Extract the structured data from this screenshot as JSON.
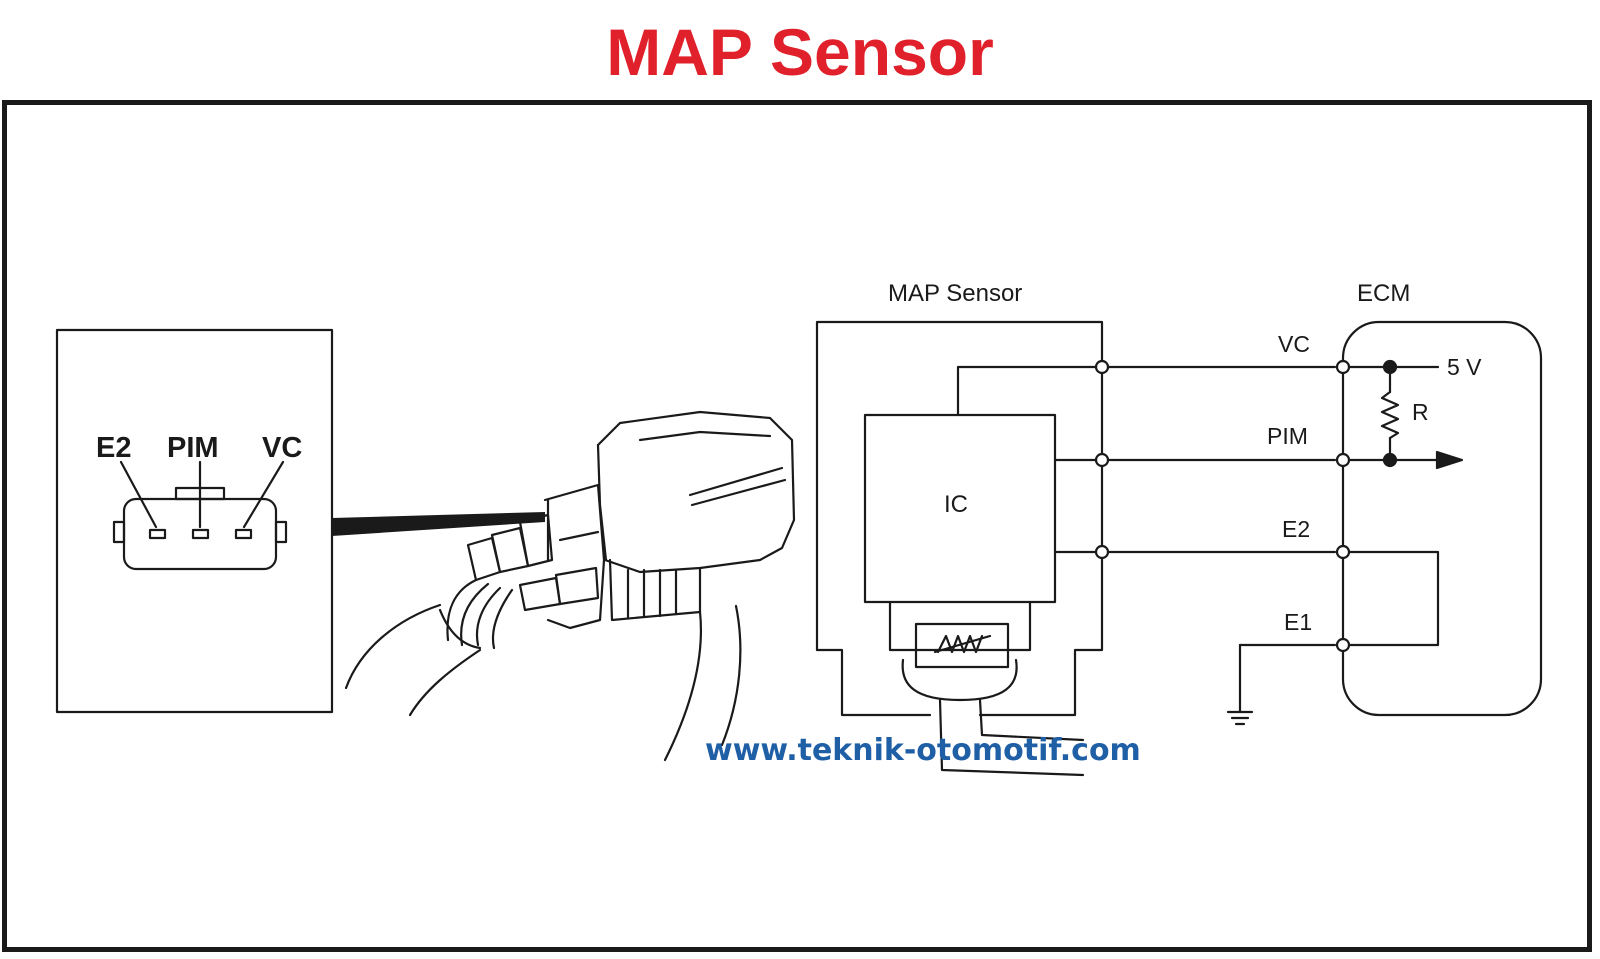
{
  "title": "MAP Sensor",
  "connector": {
    "pin_labels": [
      "E2",
      "PIM",
      "VC"
    ]
  },
  "circuit": {
    "sensor_label": "MAP Sensor",
    "ecm_label": "ECM",
    "ic_label": "IC",
    "terminals": [
      "VC",
      "PIM",
      "E2",
      "E1"
    ],
    "supply_label": "5 V",
    "resistor_label": "R"
  },
  "watermark": "www.teknik-otomotif.com",
  "colors": {
    "title": "#e0202a",
    "watermark": "#1f5fa5",
    "line": "#1a1a1a"
  }
}
